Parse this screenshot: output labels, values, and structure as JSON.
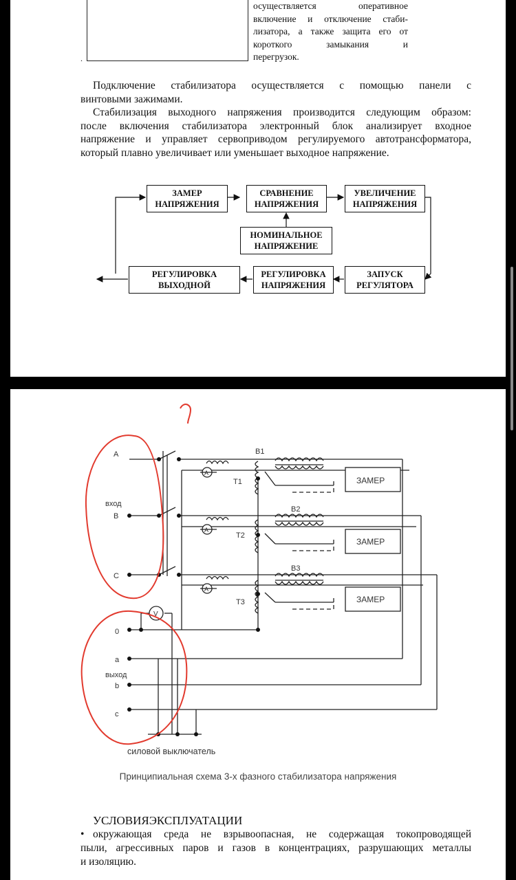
{
  "page1": {
    "side_lines": [
      "осуществляется оперативное",
      "включение и отключение стаби-",
      "лизатора, а также защита его от",
      "короткого замыкания и",
      "перегрузок."
    ],
    "dot": ".",
    "para1_lines": [
      "Подключение стабилизатора осуществляется с помощью панели с",
      "винтовыми зажимами."
    ],
    "para2_lines": [
      "Стабилизация выходного напряжения производится следующим образом:",
      "после включения стабилизатора электронный блок анализирует входное",
      "напряжение и управляет сервоприводом регулируемого автотрансформатора,",
      "который плавно увеличивает или уменьшает выходное напряжение."
    ],
    "flow": {
      "measure": [
        "ЗАМЕР",
        "НАПРЯЖЕНИЯ"
      ],
      "compare": [
        "СРАВНЕНИЕ",
        "НАПРЯЖЕНИЯ"
      ],
      "increase": [
        "УВЕЛИЧЕНИЕ",
        "НАПРЯЖЕНИЯ"
      ],
      "nominal": [
        "НОМИНАЛЬНОЕ",
        "НАПРЯЖЕНИЕ"
      ],
      "start": [
        "ЗАПУСК",
        "РЕГУЛЯТОРА"
      ],
      "regulate_voltage": [
        "РЕГУЛИРОВКА",
        "НАПРЯЖЕНИЯ"
      ],
      "regulate_output": [
        "РЕГУЛИРОВКА",
        "ВЫХОДНОЙ"
      ]
    }
  },
  "page2": {
    "circuit": {
      "input_label": "вход",
      "output_label": "выход",
      "phase_A": "A",
      "phase_B": "B",
      "phase_C": "C",
      "out_0": "0",
      "out_a": "a",
      "out_b": "b",
      "out_c": "c",
      "B1": "B1",
      "B2": "B2",
      "B3": "B3",
      "T1": "T1",
      "T2": "T2",
      "T3": "T3",
      "measure_label": "ЗАМЕР",
      "ammeter": "A",
      "voltmeter": "V",
      "breaker_label": "силовой выключатель"
    },
    "caption": "Принципиальная схема 3-х фазного стабилизатора напряжения",
    "heading": "УСЛОВИЯЭКСПЛУАТАЦИИ",
    "bullet_symbol": "•",
    "bullet_lines": [
      "окружающая среда не взрывоопасная, не содержащая токопроводящей",
      "пыли, агрессивных паров и газов в концентрациях, разрушающих металлы",
      "и изоляцию."
    ]
  },
  "colors": {
    "annotation_red": "#e23a2e",
    "page_bg": "#ffffff",
    "viewer_bg": "#000000"
  }
}
